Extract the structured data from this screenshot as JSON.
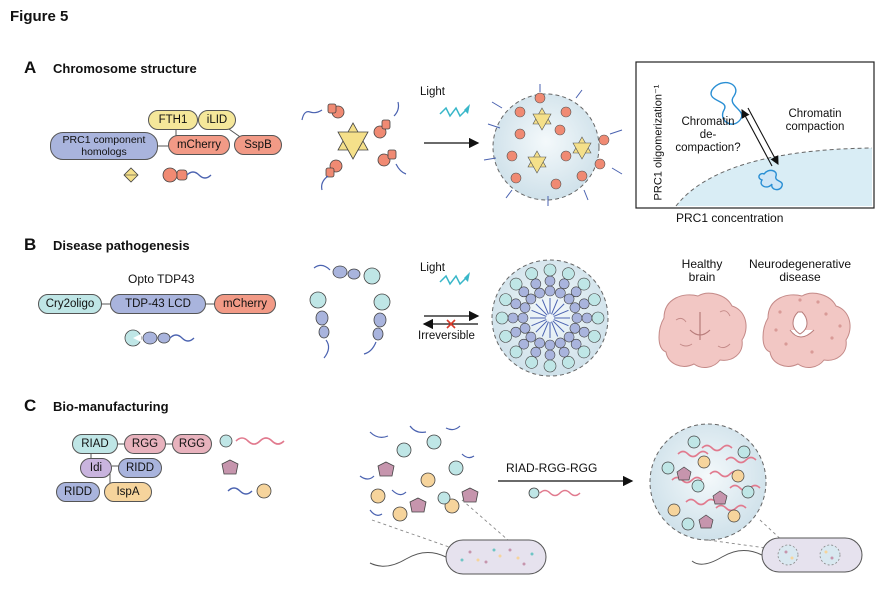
{
  "figure_title": "Figure 5",
  "panels": {
    "A": {
      "letter": "A",
      "title": "Chromosome structure",
      "components": {
        "prc1": "PRC1 component homologs",
        "fth1": "FTH1",
        "ilid": "iLID",
        "mcherry": "mCherry",
        "sspb": "SspB"
      },
      "light": "Light",
      "plot": {
        "ylabel": "PRC1 oligomerization⁻¹",
        "xlabel": "PRC1 concentration",
        "decompaction": "Chromatin de-compaction?",
        "compaction": "Chromatin compaction"
      }
    },
    "B": {
      "letter": "B",
      "title": "Disease pathogenesis",
      "construct_name": "Opto TDP43",
      "components": {
        "cry2": "Cry2oligo",
        "tdp43": "TDP-43 LCD",
        "mcherry": "mCherry"
      },
      "light": "Light",
      "irreversible": "Irreversible",
      "healthy": "Healthy brain",
      "neuro": "Neurodegenerative disease"
    },
    "C": {
      "letter": "C",
      "title": "Bio-manufacturing",
      "components": {
        "riad": "RIAD",
        "rgg1": "RGG",
        "rgg2": "RGG",
        "idi": "Idi",
        "ridd1": "RIDD",
        "ridd2": "RIDD",
        "ispa": "IspA"
      },
      "arrow_label": "RIAD-RGG-RGG"
    }
  },
  "colors": {
    "blue_pill": "#a9b4dd",
    "yellow_pill": "#f5e79a",
    "red_pill": "#f29a86",
    "cyan_pill": "#bfe6e6",
    "pink_pill": "#e8b2bd",
    "orange_pill": "#f6d49c",
    "droplet": "#e3eef3",
    "brain": "#f2c7c4"
  }
}
